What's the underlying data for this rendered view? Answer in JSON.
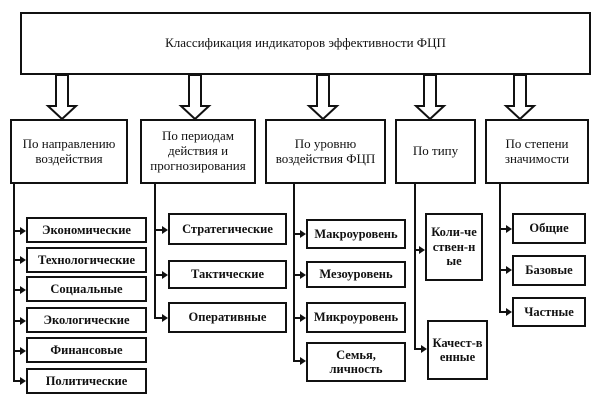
{
  "title": "Классификация индикаторов эффективности ФЦП",
  "categories": [
    {
      "label": "По направлению воздействия",
      "items": [
        "Экономические",
        "Технологические",
        "Социальные",
        "Экологические",
        "Финансовые",
        "Политические"
      ]
    },
    {
      "label": "По периодам действия и прогнозирования",
      "items": [
        "Стратегические",
        "Тактические",
        "Оперативные"
      ]
    },
    {
      "label": "По уровню воздействия ФЦП",
      "items": [
        "Макроуровень",
        "Мезоуровень",
        "Микроуровень",
        "Семья, личность"
      ]
    },
    {
      "label": "По типу",
      "items": [
        "Коли-чествен-ные",
        "Качест-венные"
      ]
    },
    {
      "label": "По степени значимости",
      "items": [
        "Общие",
        "Базовые",
        "Частные"
      ]
    }
  ]
}
